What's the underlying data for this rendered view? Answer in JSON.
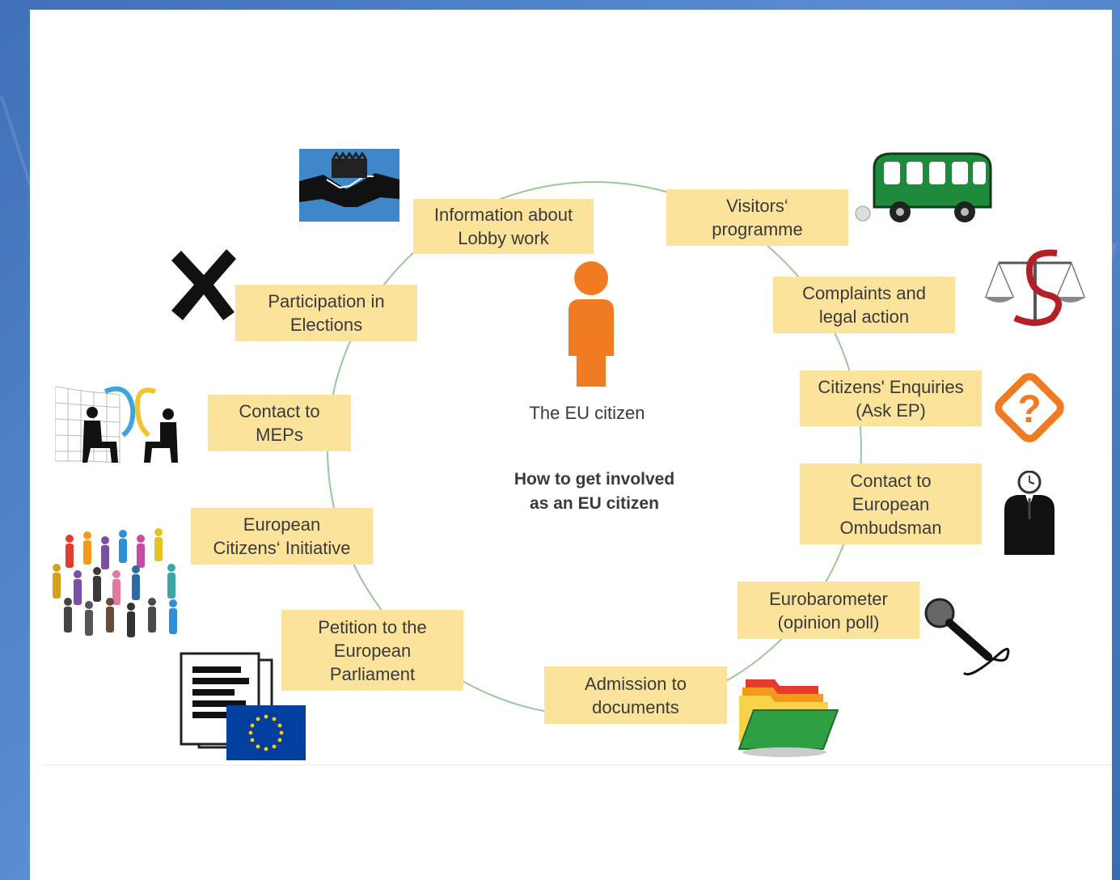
{
  "colors": {
    "box_fill": "#fbe39c",
    "ring": "#9cc69a",
    "citizen": "#f07b22",
    "background": "#4a7cc4"
  },
  "center": {
    "label": "The EU citizen",
    "heading": "How to get involved\nas an EU citizen"
  },
  "nodes": [
    {
      "label": "Information about\nLobby work",
      "icon": "handshake-icon"
    },
    {
      "label": "Visitors‘\nprogramme",
      "icon": "bus-icon"
    },
    {
      "label": "Complaints and\nlegal action",
      "icon": "scales-icon"
    },
    {
      "label": "Citizens' Enquiries\n(Ask EP)",
      "icon": "question-diamond-icon"
    },
    {
      "label": "Contact to\nEuropean\nOmbudsman",
      "icon": "clock-head-man-icon"
    },
    {
      "label": "Eurobarometer\n(opinion poll)",
      "icon": "microphone-icon"
    },
    {
      "label": "Admission to\ndocuments",
      "icon": "folder-icon"
    },
    {
      "label": "Petition to the\nEuropean\nParliament",
      "icon": "document-eu-flag-icon"
    },
    {
      "label": "European\nCitizens‘ Initiative",
      "icon": "crowd-icon"
    },
    {
      "label": "Contact to\nMEPs",
      "icon": "meeting-icon"
    },
    {
      "label": "Participation in\nElections",
      "icon": "ballot-cross-icon"
    }
  ]
}
